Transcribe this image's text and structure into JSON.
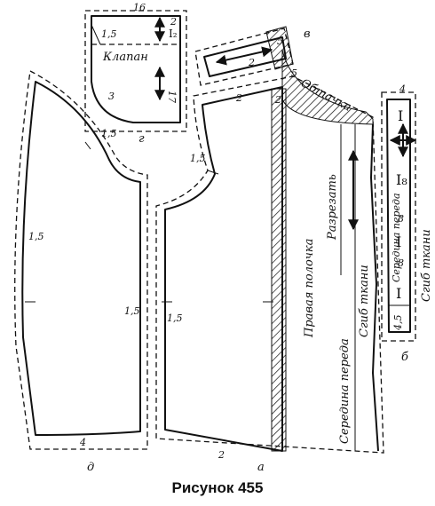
{
  "caption": "Рисунок 455",
  "letters": {
    "a": "а",
    "b": "б",
    "v": "в",
    "g": "г",
    "d": "д"
  },
  "labels": {
    "klapan": "Клапан",
    "obtachka": "Обтачка",
    "razrezat": "Разрезать",
    "pravaya_polochka": "Правая полочка",
    "sgib_tkani": "Сгиб ткани",
    "seredina_pereda": "Середина переда"
  },
  "measures": {
    "m16": "16",
    "m2": "2",
    "m17": "17",
    "m3": "3",
    "m15": "1,5",
    "m4": "4",
    "m45": "4,5",
    "m8": "8",
    "m5": "5"
  },
  "roman": {
    "r1": "I",
    "r2": "I₂",
    "r8": "I₈"
  }
}
